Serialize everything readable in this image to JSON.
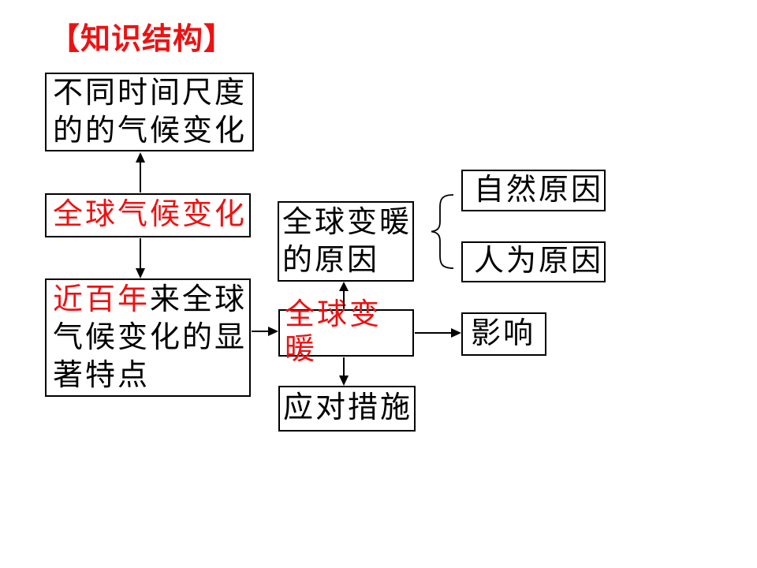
{
  "colors": {
    "accent-red": "#ee1111",
    "line": "#000000",
    "background": "#ffffff"
  },
  "title": "【知识结构】",
  "nodes": {
    "timescale": "不同时间尺度\n的的气候变化",
    "global_climate": "全球气候变化",
    "century": {
      "highlight": "近百年",
      "rest": "来全球\n气候变化的显\n著特点"
    },
    "causes": "全球变暖\n的原因",
    "natural": "自然原因",
    "human": "人为原因",
    "warming": "全球变暖",
    "impacts": "影响",
    "measures": "应对措施"
  }
}
